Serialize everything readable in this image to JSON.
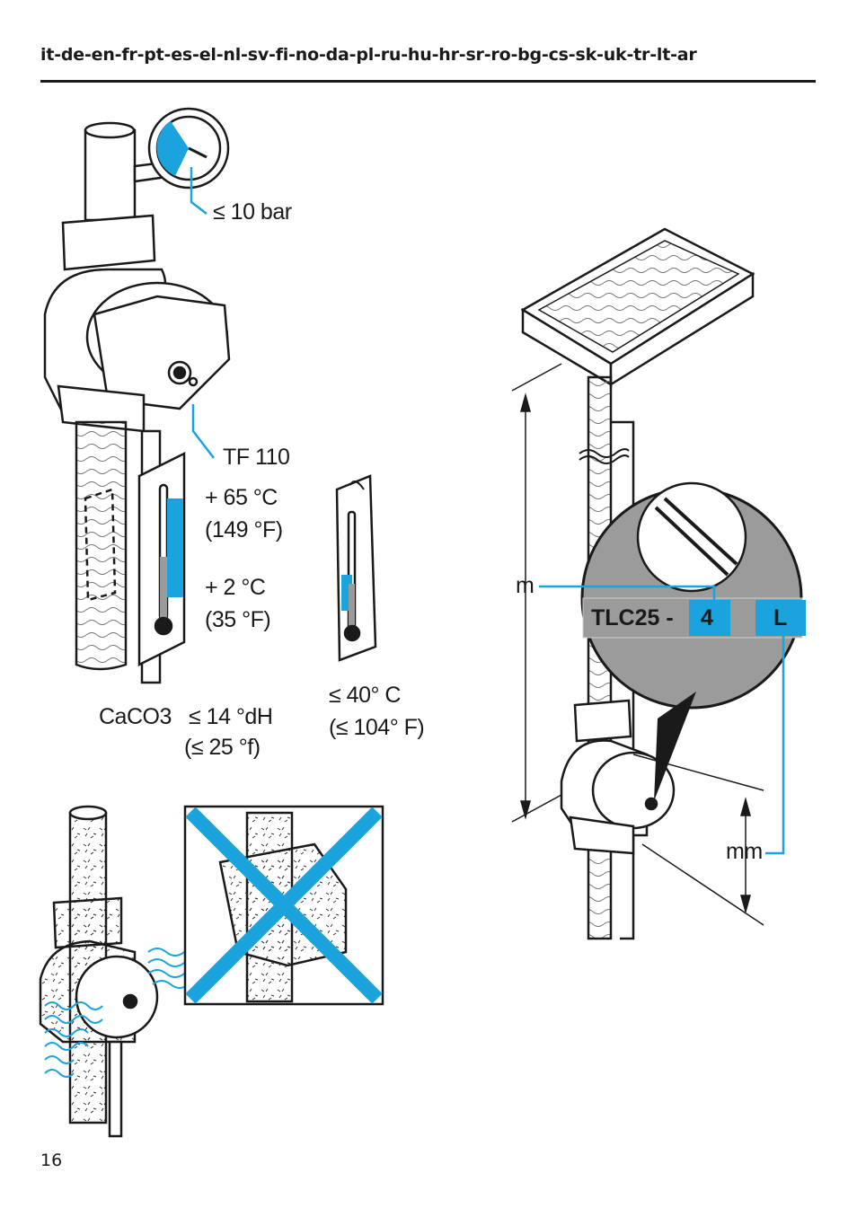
{
  "header": {
    "languages": "it-de-en-fr-pt-es-el-nl-sv-fi-no-da-pl-ru-hu-hr-sr-ro-bg-cs-sk-uk-tr-lt-ar"
  },
  "figure1": {
    "pressure": "≤ 10 bar",
    "sensor": "TF 110",
    "temp_max_c": "+ 65 °C",
    "temp_max_f": "(149 °F)",
    "temp_min_c": "+ 2 °C",
    "temp_min_f": "(35 °F)",
    "hardness_label": "CaCO3",
    "hardness_dh": "≤ 14 °dH",
    "hardness_f": "(≤ 25 °f)",
    "ambient_c": "≤ 40° C",
    "ambient_f": "(≤ 104° F)"
  },
  "figure2": {
    "model_prefix": "TLC25 -",
    "head_code": "4",
    "length_code": "L",
    "head_unit": "m",
    "length_unit": "mm"
  },
  "colors": {
    "accent": "#1aa3dd",
    "ink": "#1a1a1a",
    "grey": "#9b9b9b"
  },
  "footer": {
    "page_number": "16"
  }
}
